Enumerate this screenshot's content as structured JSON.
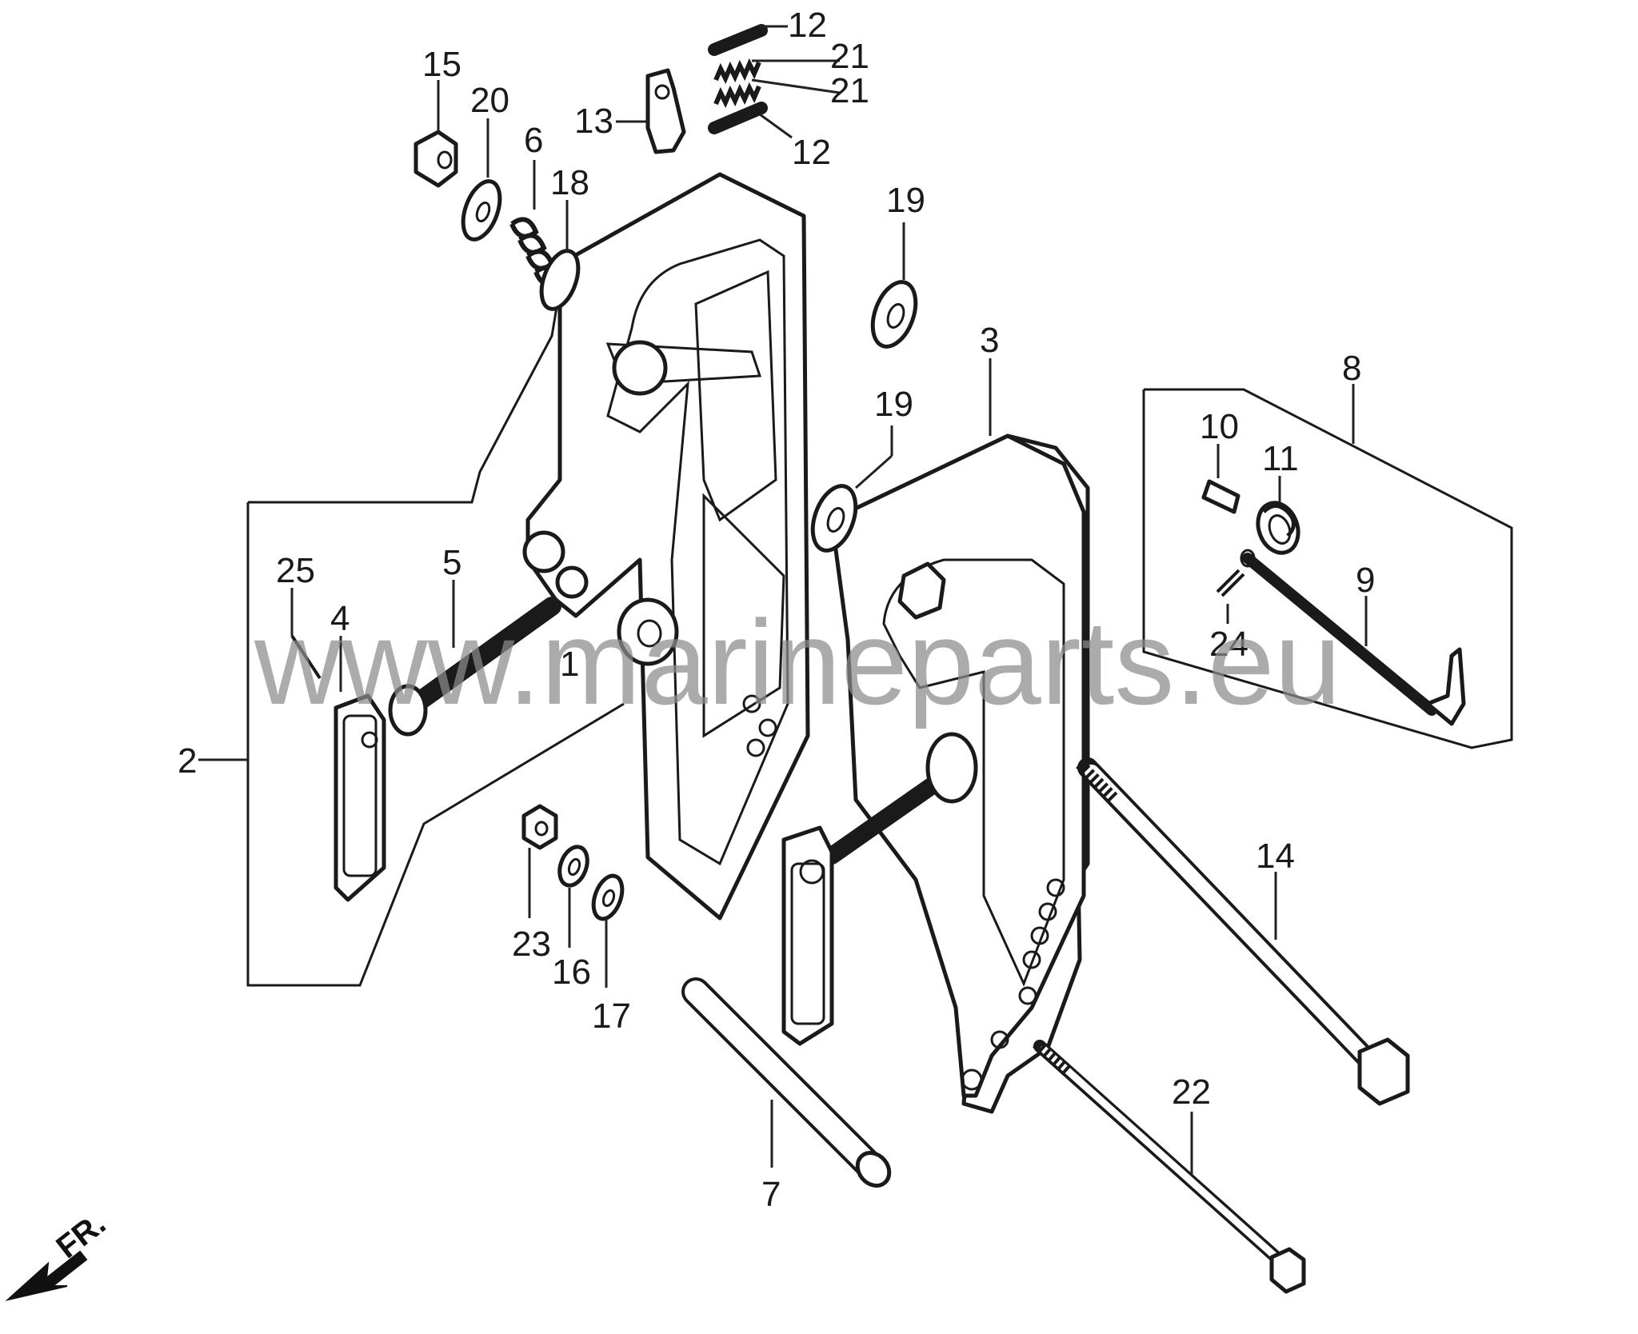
{
  "watermark": "www.marineparts.eu",
  "direction_label": "FR.",
  "callouts": [
    {
      "id": "c15",
      "text": "15"
    },
    {
      "id": "c20",
      "text": "20"
    },
    {
      "id": "c6",
      "text": "6"
    },
    {
      "id": "c18",
      "text": "18"
    },
    {
      "id": "c13",
      "text": "13"
    },
    {
      "id": "c12a",
      "text": "12"
    },
    {
      "id": "c21a",
      "text": "21"
    },
    {
      "id": "c21b",
      "text": "21"
    },
    {
      "id": "c12b",
      "text": "12"
    },
    {
      "id": "c19a",
      "text": "19"
    },
    {
      "id": "c19b",
      "text": "19"
    },
    {
      "id": "c3",
      "text": "3"
    },
    {
      "id": "c8",
      "text": "8"
    },
    {
      "id": "c10",
      "text": "10"
    },
    {
      "id": "c11",
      "text": "11"
    },
    {
      "id": "c9",
      "text": "9"
    },
    {
      "id": "c24",
      "text": "24"
    },
    {
      "id": "c25",
      "text": "25"
    },
    {
      "id": "c4",
      "text": "4"
    },
    {
      "id": "c5",
      "text": "5"
    },
    {
      "id": "c1",
      "text": "1"
    },
    {
      "id": "c2",
      "text": "2"
    },
    {
      "id": "c23",
      "text": "23"
    },
    {
      "id": "c16",
      "text": "16"
    },
    {
      "id": "c17",
      "text": "17"
    },
    {
      "id": "c14",
      "text": "14"
    },
    {
      "id": "c7",
      "text": "7"
    },
    {
      "id": "c22",
      "text": "22"
    }
  ]
}
